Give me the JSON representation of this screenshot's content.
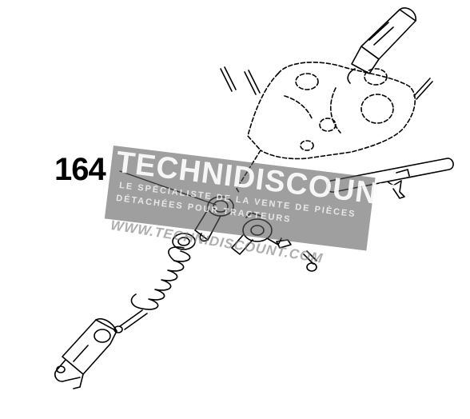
{
  "diagram": {
    "callout_label": "164",
    "stroke_color": "#000000"
  },
  "watermark": {
    "brand": "TECHNIDISCOUNT",
    "tagline_1": "LE SPÉCIALISTE DE LA VENTE DE PIÈCES",
    "tagline_2": "DÉTACHÉES POUR TRACTEURS",
    "url": "WWW.TECHNIDISCOUNT.COM",
    "banner_color": "#5a5a5a"
  }
}
